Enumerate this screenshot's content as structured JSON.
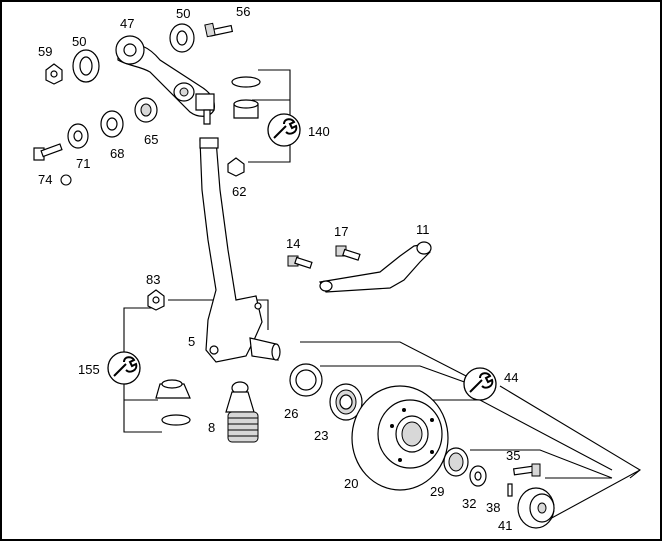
{
  "labels": {
    "p59": "59",
    "p50a": "50",
    "p47": "47",
    "p50b": "50",
    "p56": "56",
    "p68": "68",
    "p65": "65",
    "p140": "140",
    "p71": "71",
    "p74": "74",
    "p62": "62",
    "p14": "14",
    "p17": "17",
    "p11": "11",
    "p83": "83",
    "p5": "5",
    "p155": "155",
    "p8": "8",
    "p26": "26",
    "p23": "23",
    "p44": "44",
    "p20": "20",
    "p29": "29",
    "p35": "35",
    "p32": "32",
    "p38": "38",
    "p41": "41"
  },
  "icons": {
    "wrench_callouts": [
      "140",
      "155",
      "44"
    ],
    "wrench_icon": "wrench-icon"
  }
}
